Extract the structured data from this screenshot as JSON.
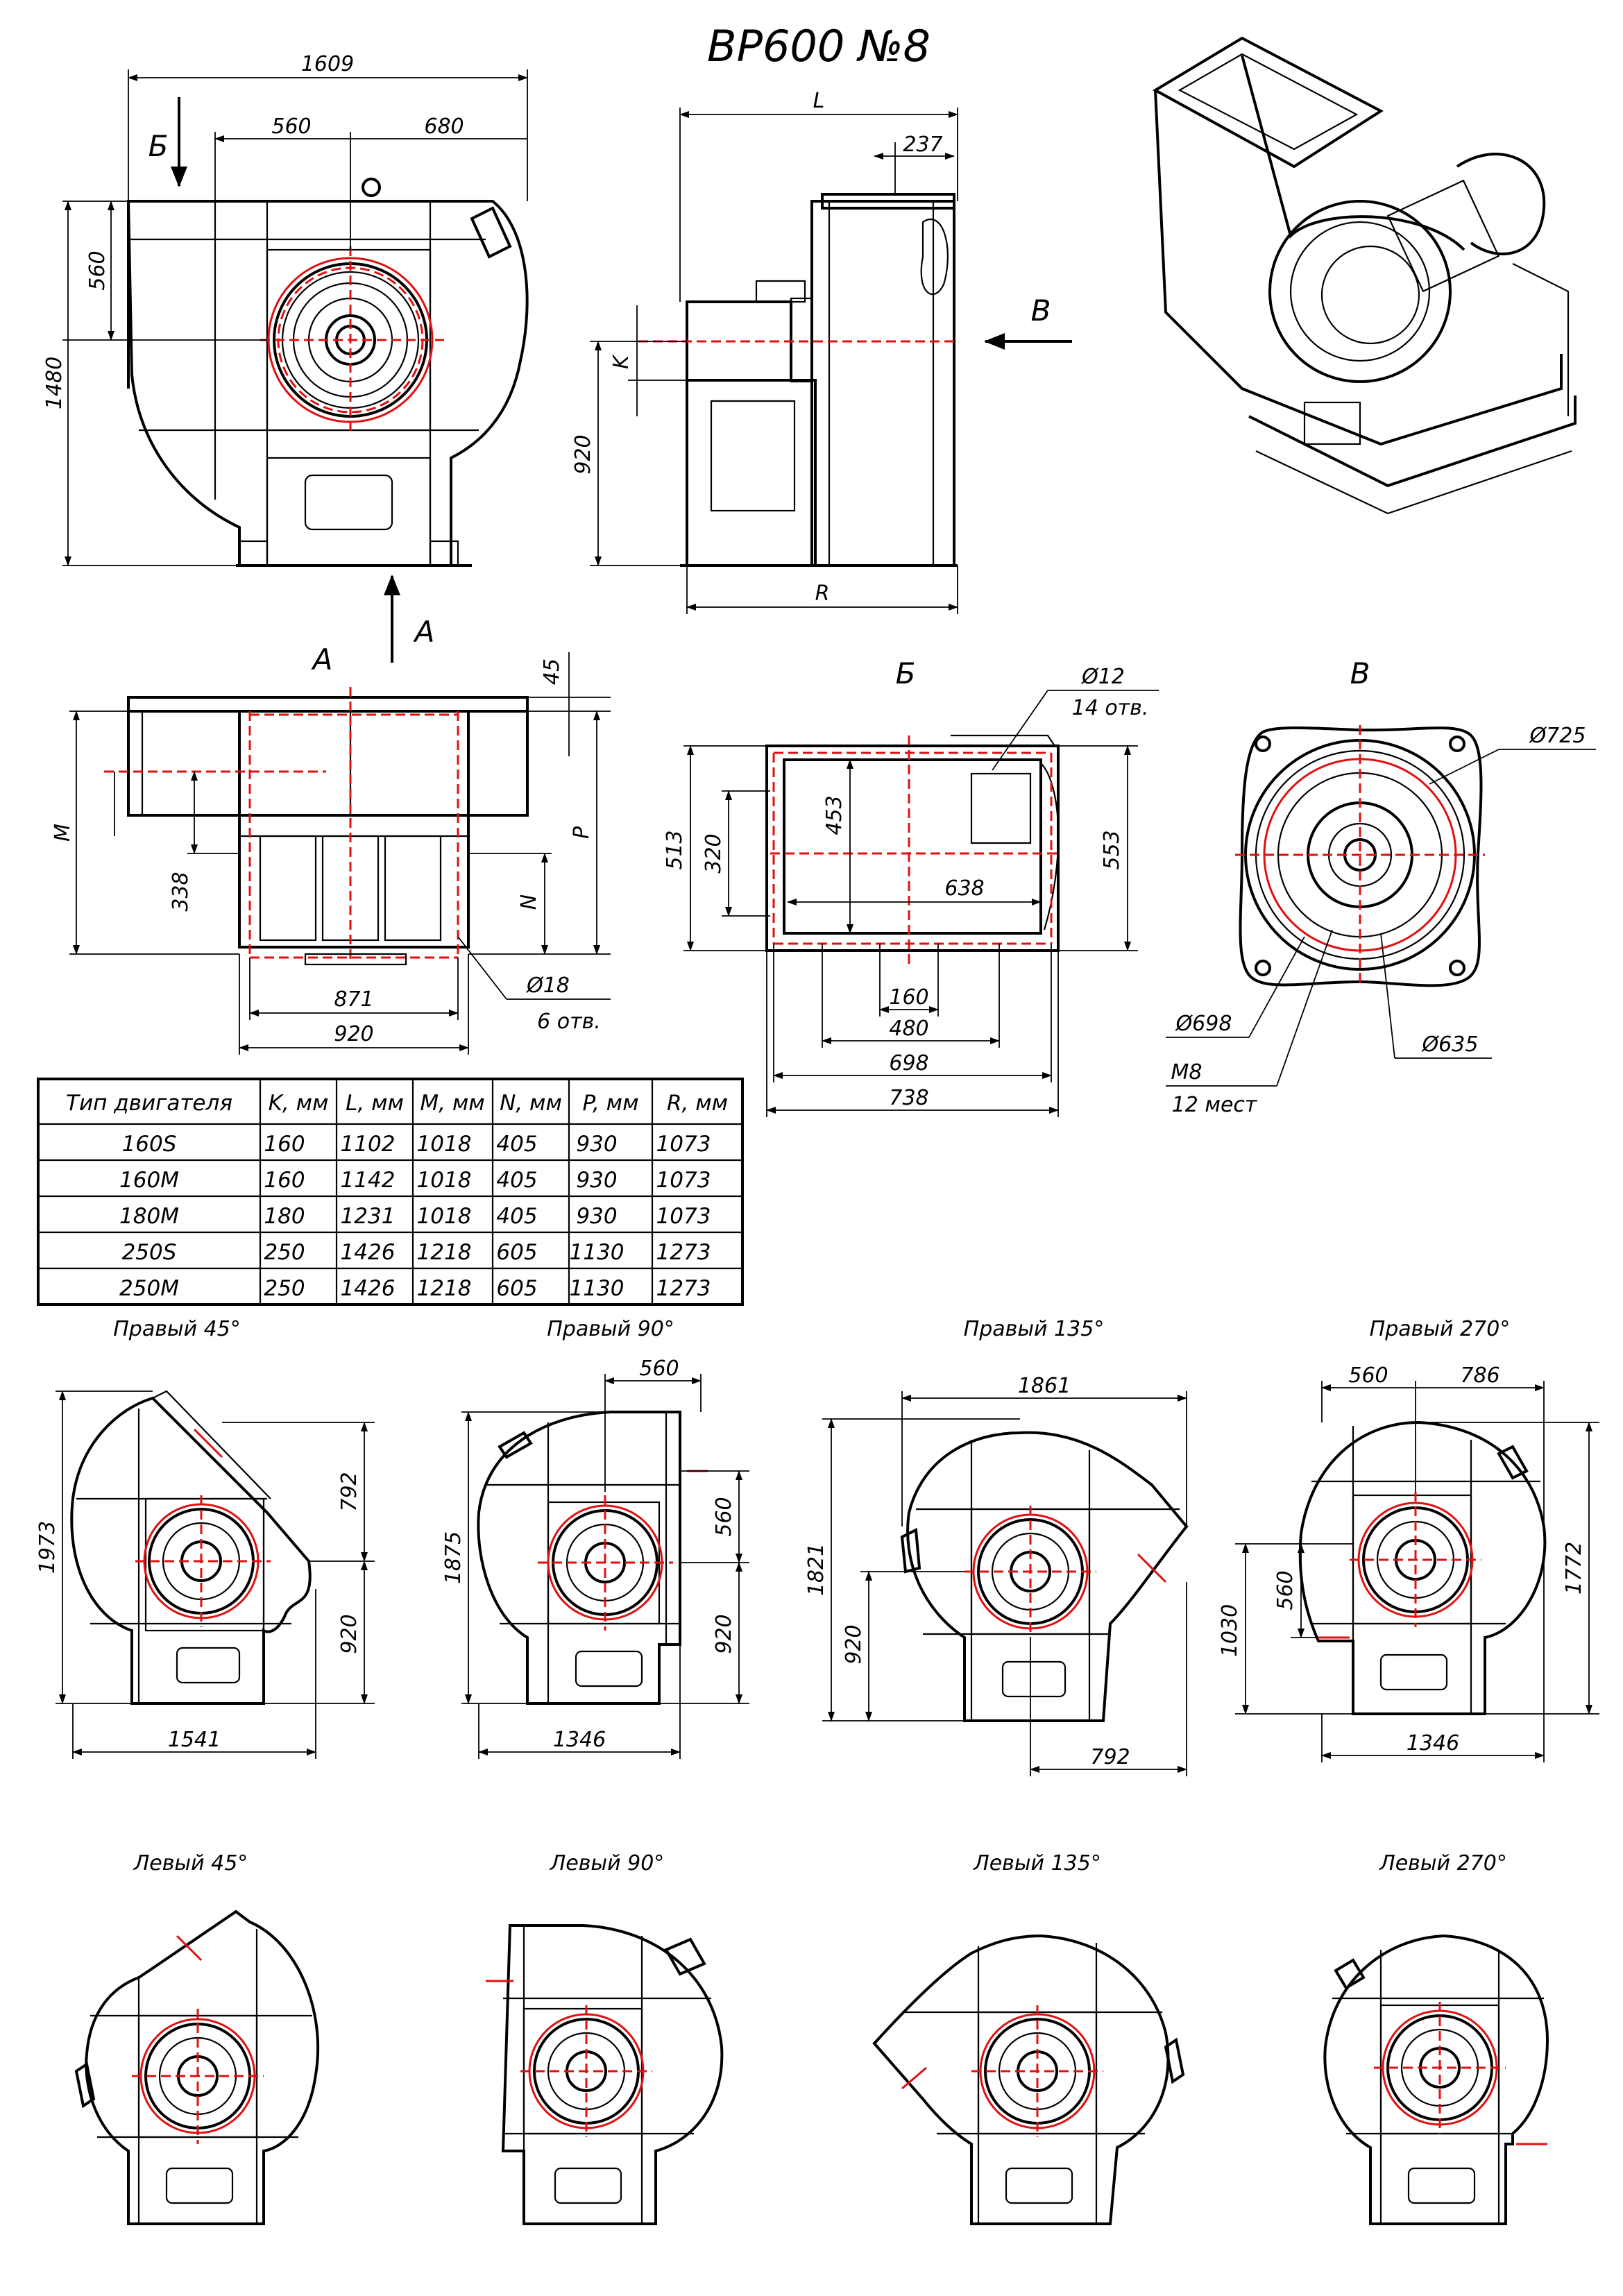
{
  "title": "ВР600 №8",
  "views": {
    "a": "А",
    "b": "Б",
    "v": "В"
  },
  "arrows": {
    "b": "Б",
    "a": "А",
    "v": "В"
  },
  "front_dims": {
    "overall_width": "1609",
    "left": "560",
    "right": "680",
    "height_top": "560",
    "height": "1480"
  },
  "side_dims": {
    "L": "L",
    "d237": "237",
    "K": "K",
    "d920": "920",
    "R": "R"
  },
  "viewA_dims": {
    "d45": "45",
    "M": "M",
    "P": "P",
    "d338": "338",
    "N": "N",
    "d871": "871",
    "d920": "920",
    "holes": "Ø18",
    "holes_count": "6 отв."
  },
  "viewB_dims": {
    "holes": "Ø12",
    "holes_count": "14 отв.",
    "d513": "513",
    "d320": "320",
    "d453": "453",
    "d638": "638",
    "d553": "553",
    "d160": "160",
    "d480": "480",
    "d698": "698",
    "d738": "738"
  },
  "viewV_dims": {
    "d725": "Ø725",
    "d698": "Ø698",
    "d635": "Ø635",
    "thread": "M8",
    "thread_count": "12 мест"
  },
  "table": {
    "headers": [
      "Тип двигателя",
      "K, мм",
      "L, мм",
      "M, мм",
      "N, мм",
      "P, мм",
      "R, мм"
    ],
    "rows": [
      [
        "160S",
        "160",
        "1102",
        "1018",
        "405",
        "930",
        "1073"
      ],
      [
        "160M",
        "160",
        "1142",
        "1018",
        "405",
        "930",
        "1073"
      ],
      [
        "180M",
        "180",
        "1231",
        "1018",
        "405",
        "930",
        "1073"
      ],
      [
        "250S",
        "250",
        "1426",
        "1218",
        "605",
        "1130",
        "1273"
      ],
      [
        "250M",
        "250",
        "1426",
        "1218",
        "605",
        "1130",
        "1273"
      ]
    ]
  },
  "positions_right": [
    {
      "label": "Правый 45°",
      "dims": [
        "1973",
        "792",
        "920",
        "1541"
      ]
    },
    {
      "label": "Правый 90°",
      "dims": [
        "1875",
        "560",
        "560",
        "920",
        "1346"
      ]
    },
    {
      "label": "Правый 135°",
      "dims": [
        "1861",
        "1821",
        "920",
        "792"
      ]
    },
    {
      "label": "Правый 270°",
      "dims": [
        "560",
        "786",
        "1772",
        "560",
        "1030",
        "1346"
      ]
    }
  ],
  "positions_left": [
    {
      "label": "Левый 45°"
    },
    {
      "label": "Левый 90°"
    },
    {
      "label": "Левый 135°"
    },
    {
      "label": "Левый 270°"
    }
  ]
}
